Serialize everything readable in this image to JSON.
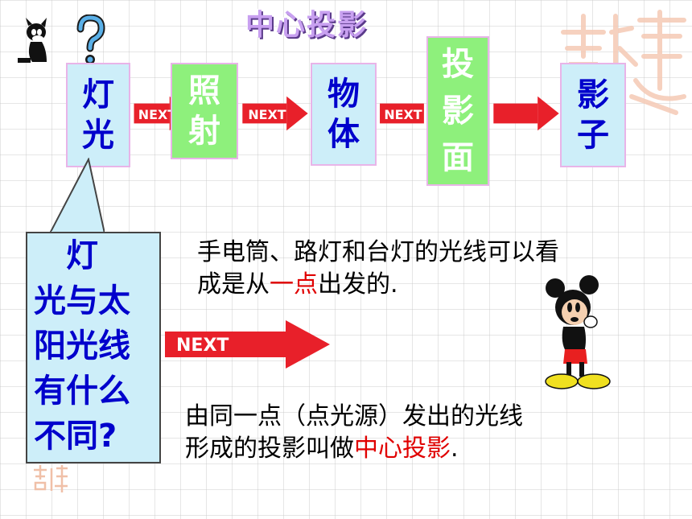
{
  "title": "中心投影",
  "flow": {
    "box1": [
      "灯",
      "光"
    ],
    "box2": [
      "照",
      "射"
    ],
    "box3": [
      "物",
      "体"
    ],
    "box4": [
      "投",
      "影",
      "面"
    ],
    "box5": [
      "影",
      "子"
    ],
    "arrow_label": "NEXT"
  },
  "bubble": {
    "lines": [
      "　灯",
      "光与太",
      "阳光线",
      "有什么",
      "不同?"
    ]
  },
  "para1": {
    "line1": "手电筒、路灯和台灯的光线可以看",
    "line2_before": "成是从",
    "line2_red": "一点",
    "line2_after": "出发的."
  },
  "next_label": "NEXT",
  "para2": {
    "line1": "由同一点（点光源）发出的光线",
    "line2_before": "形成的投影叫做",
    "line2_red": "中心投影",
    "line2_after": "."
  },
  "colors": {
    "blue_text": "#0000cc",
    "red_text": "#e00000",
    "box_blue": "#cdeef9",
    "box_green": "#8ef07c",
    "arrow_red": "#e8202a"
  }
}
